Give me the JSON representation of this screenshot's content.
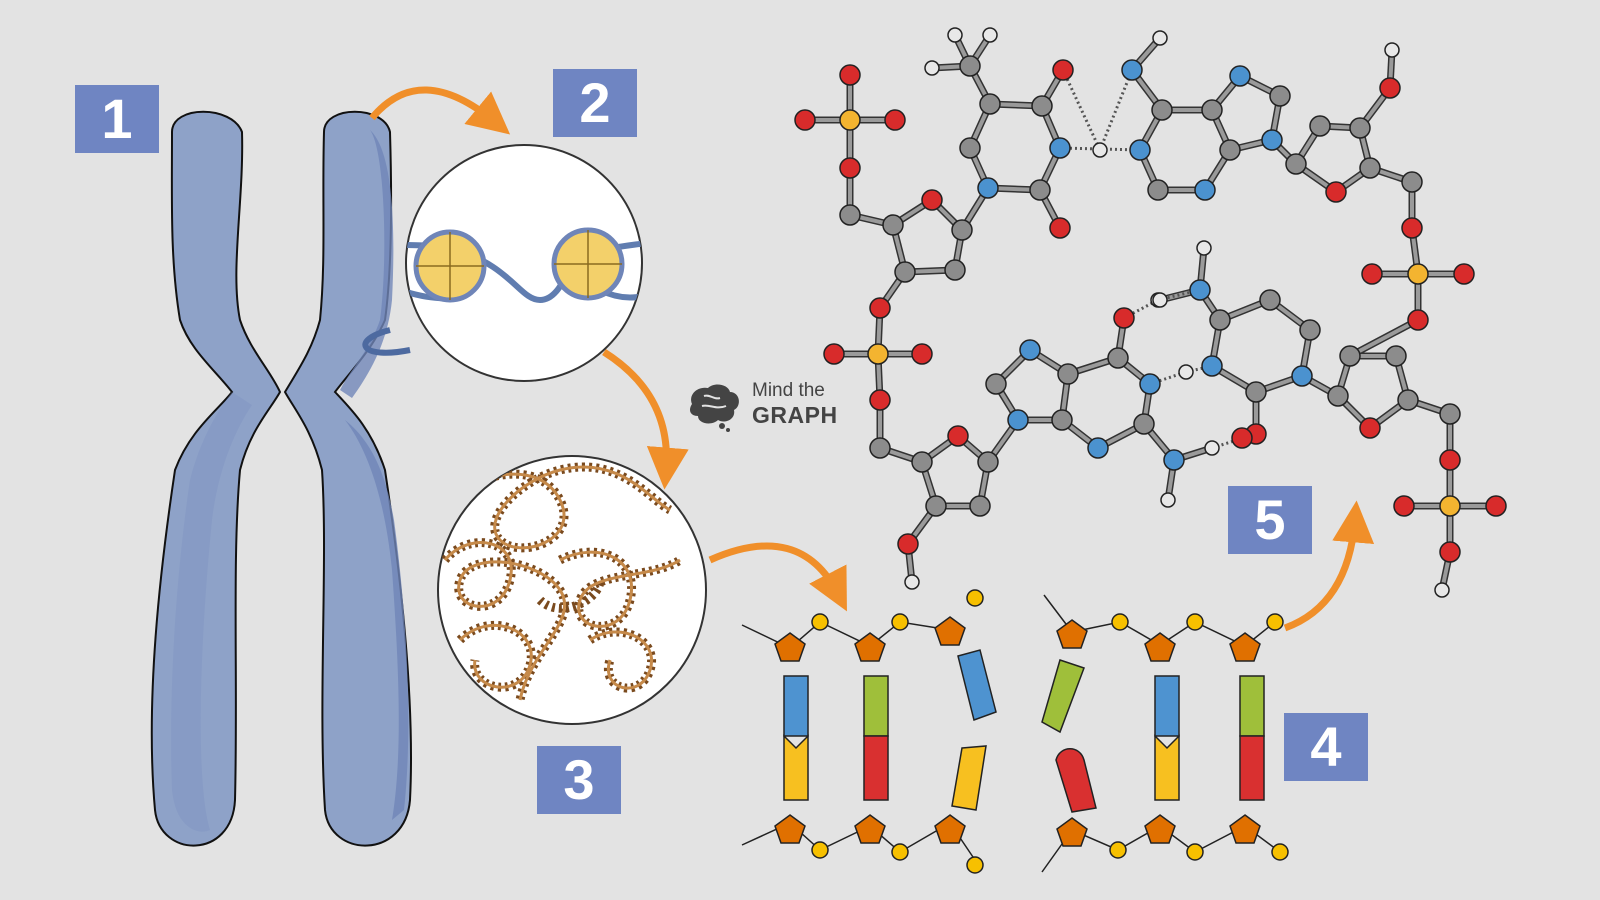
{
  "labels": {
    "step1": "1",
    "step2": "2",
    "step3": "3",
    "step4": "4",
    "step5": "5"
  },
  "logo": {
    "line1": "Mind the",
    "line2": "GRAPH"
  },
  "colors": {
    "background": "#e3e3e3",
    "label_box": "#6f85c2",
    "chromosome": "#8ea2c8",
    "chromosome_shade": "#7086b8",
    "arrow": "#f08f2a",
    "histone": "#f3d06a",
    "dna_fiber": "#9b6a3a",
    "sugar": "#e07000",
    "phosphate": "#f7c000",
    "base_blue": "#4e93d0",
    "base_green": "#9fbf3a",
    "base_red": "#d93030",
    "base_yellow": "#f7c020",
    "atom_carbon": "#8c8c8c",
    "atom_oxygen": "#d82b2b",
    "atom_nitrogen": "#4b92cf",
    "atom_hydrogen": "#e8e8e8",
    "atom_phosphorus": "#f3b430"
  },
  "icons": [
    "chromosome-icon",
    "nucleosome-icon",
    "chromatin-icon",
    "dna-ladder-icon",
    "molecule-icon",
    "brain-logo-icon",
    "arrow-icon"
  ]
}
